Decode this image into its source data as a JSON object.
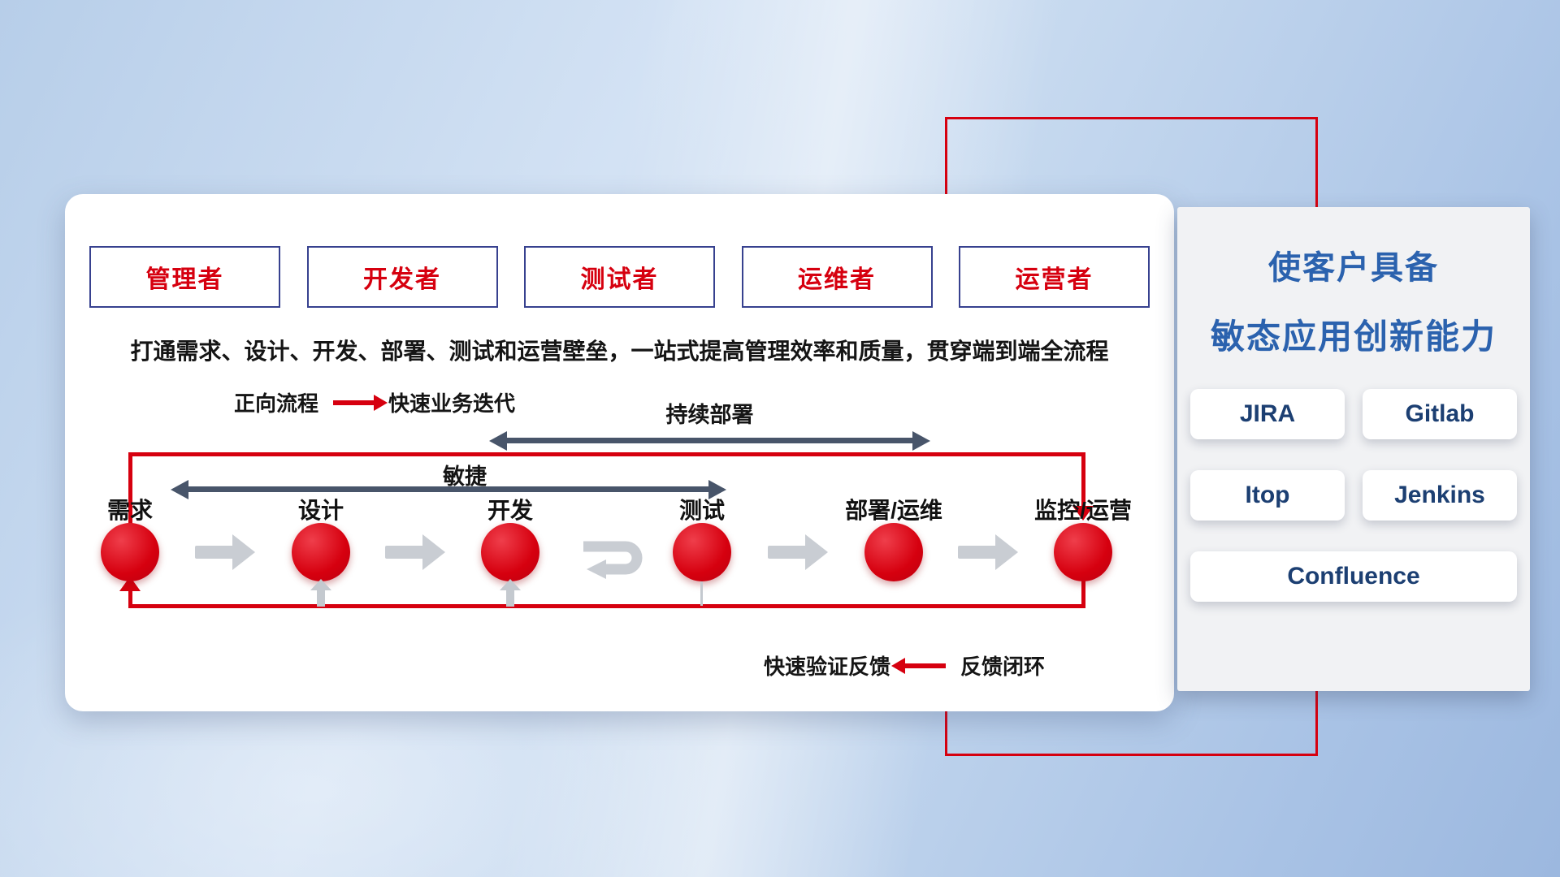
{
  "colors": {
    "accent_red": "#d6000f",
    "role_box_border_navy": "#37418f",
    "panel_title_blue": "#2b62ae",
    "tool_text_navy": "#1c3f72",
    "slate_arrow": "#48556a",
    "gray_arrow": "#c9cdd3"
  },
  "roles": [
    "管理者",
    "开发者",
    "测试者",
    "运维者",
    "运营者"
  ],
  "description": "打通需求、设计、开发、部署、测试和运营壁垒，一站式提高管理效率和质量，贯穿端到端全流程",
  "forward_legend": {
    "label": "正向流程",
    "text": "快速业务迭代"
  },
  "continuous_deploy_label": "持续部署",
  "agile_label": "敏捷",
  "nodes": [
    "需求",
    "设计",
    "开发",
    "测试",
    "部署/运维",
    "监控/运营"
  ],
  "feedback_legend": {
    "text": "快速验证反馈",
    "label": "反馈闭环"
  },
  "right_panel": {
    "title_line1": "使客户具备",
    "title_line2": "敏态应用创新能力",
    "tools": [
      "JIRA",
      "Gitlab",
      "Itop",
      "Jenkins",
      "Confluence"
    ]
  }
}
